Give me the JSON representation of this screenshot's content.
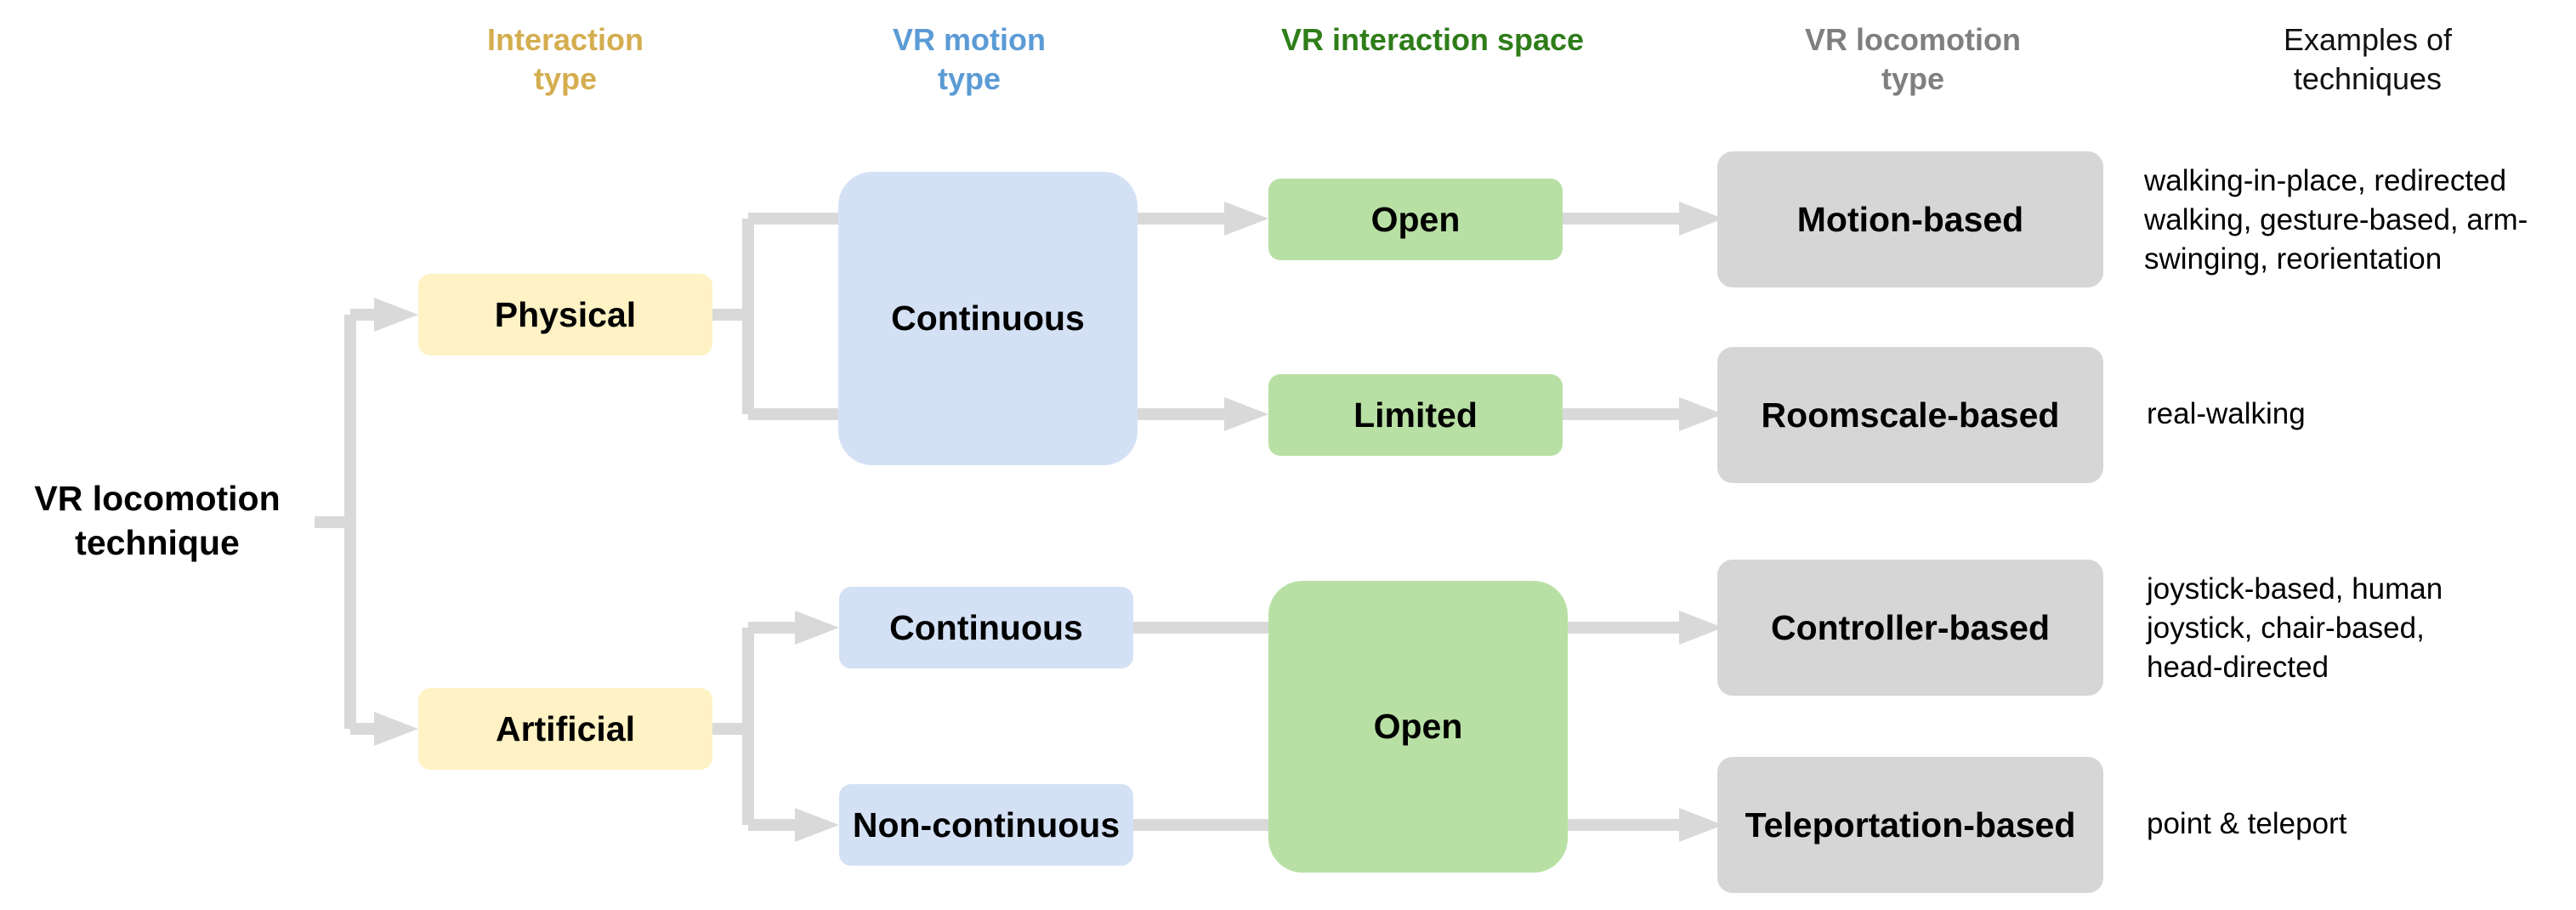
{
  "colors": {
    "interaction_type": "#d4ad4f",
    "motion_type": "#5b9bd5",
    "interaction_space": "#2e7d19",
    "locomotion_type": "#7f7f7f",
    "physical_fill": "#fff2c4",
    "motion_fill": "#d4e1f5",
    "space_fill": "#b8e0a4",
    "locomotion_fill": "#d6d6d6",
    "arrow": "#d9d9d9"
  },
  "headers": {
    "interaction_type": "Interaction type",
    "motion_type": "VR motion type",
    "interaction_space": "VR interaction space",
    "locomotion_type": "VR locomotion type",
    "examples": "Examples of techniques"
  },
  "root": {
    "label": "VR locomotion technique"
  },
  "interaction_types": {
    "physical": "Physical",
    "artificial": "Artificial"
  },
  "motion_types": {
    "physical_continuous": "Continuous",
    "artificial_continuous": "Continuous",
    "artificial_noncontinuous": "Non-continuous"
  },
  "interaction_spaces": {
    "physical_open": "Open",
    "physical_limited": "Limited",
    "artificial_open": "Open"
  },
  "locomotion_types": {
    "motion": "Motion-based",
    "roomscale": "Roomscale-based",
    "controller": "Controller-based",
    "teleportation": "Teleportation-based"
  },
  "examples": {
    "motion": "walking-in-place, redirected\nwalking, gesture-based, arm-\nswinging, reorientation",
    "roomscale": "real-walking",
    "controller": "joystick-based, human\njoystick, chair-based,\nhead-directed",
    "teleportation": "point & teleport"
  }
}
